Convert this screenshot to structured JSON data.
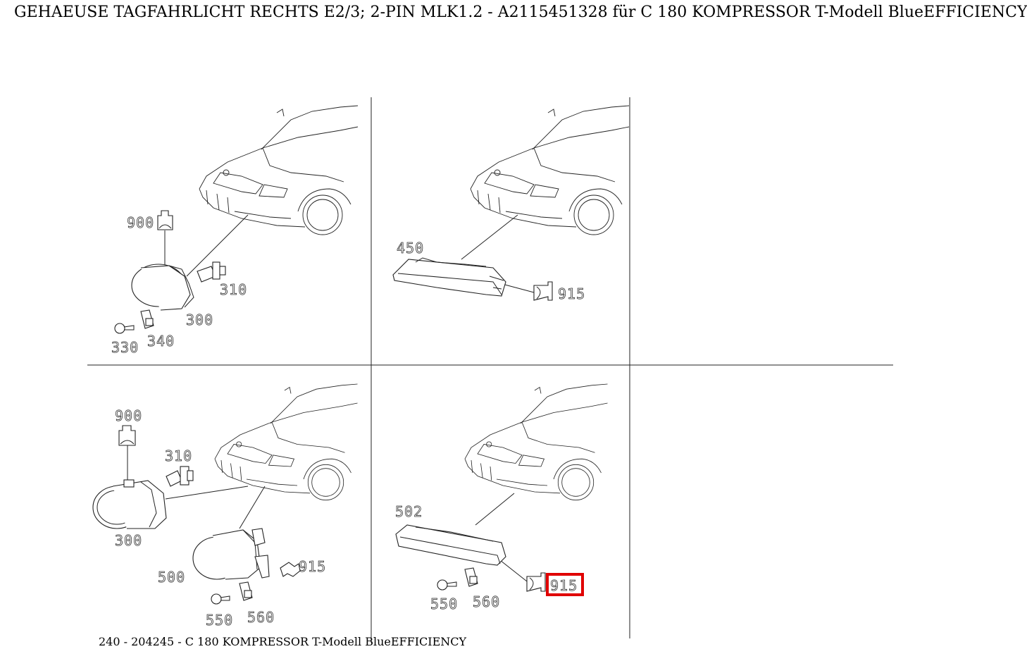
{
  "title": "GEHAEUSE TAGFAHRLICHT RECHTS E2/3; 2-PIN MLK1.2 - A2115451328 für C 180 KOMPRESSOR T-Modell BlueEFFICIENCY",
  "footer": "240 - 204245 - C 180 KOMPRESSOR T-Modell BlueEFFICIENCY",
  "highlight_color": "#e00000",
  "panels": {
    "top_left": {
      "labels": {
        "p900": "900",
        "p310": "310",
        "p300": "300",
        "p330": "330",
        "p340": "340"
      }
    },
    "top_middle": {
      "labels": {
        "p450": "450",
        "p915": "915"
      }
    },
    "bottom_left": {
      "labels": {
        "p900": "900",
        "p310": "310",
        "p300": "300",
        "p500": "500",
        "p915": "915",
        "p550": "550",
        "p560": "560"
      }
    },
    "bottom_middle": {
      "labels": {
        "p502": "502",
        "p915": "915",
        "p550": "550",
        "p560": "560"
      },
      "highlighted_part": "915"
    }
  }
}
